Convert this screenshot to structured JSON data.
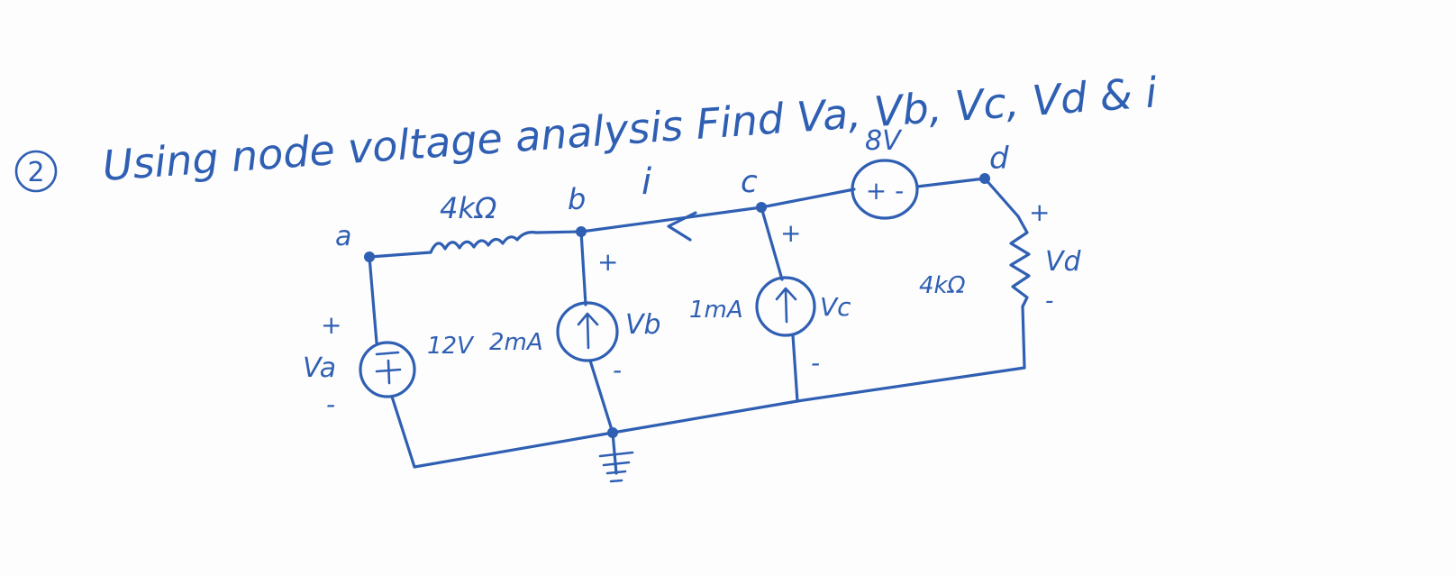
{
  "problem": {
    "number": "2",
    "statement": "Using node voltage analysis Find Va, Vb, Vc, Vd & i"
  },
  "nodes": {
    "a": "a",
    "b": "b",
    "c": "c",
    "d": "d"
  },
  "components": {
    "resistor_ab": {
      "label": "4kΩ"
    },
    "resistor_d": {
      "label": "4kΩ"
    },
    "source_12v": {
      "label": "12V"
    },
    "source_2ma": {
      "label": "2mA"
    },
    "source_1ma": {
      "label": "1mA"
    },
    "source_8v": {
      "label": "8V",
      "polarity": "+ -"
    }
  },
  "current": {
    "label": "i"
  },
  "voltages": {
    "va": {
      "label": "Va",
      "plus": "+",
      "minus": "-"
    },
    "vb": {
      "label": "Vb",
      "plus": "+",
      "minus": "-"
    },
    "vc": {
      "label": "Vc",
      "plus": "+",
      "minus": "-"
    },
    "vd": {
      "label": "Vd",
      "plus": "+",
      "minus": "-"
    }
  },
  "colors": {
    "ink": "#2f5fb3",
    "paper": "#fdfdfd"
  }
}
